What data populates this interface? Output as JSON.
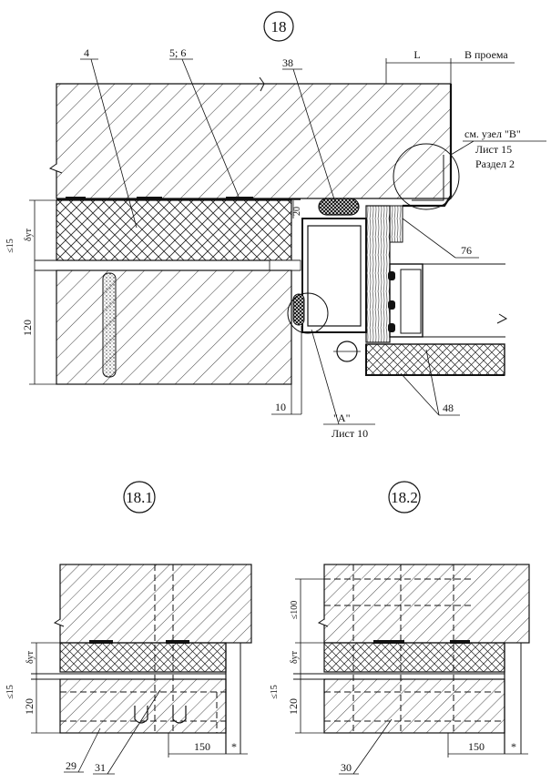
{
  "main_detail": {
    "number": "18",
    "callouts": {
      "c4": "4",
      "c56": "5; 6",
      "c38": "38",
      "c20": "20",
      "c76": "76",
      "c48": "48",
      "c10": "10",
      "node_a_line1": "\"A\"",
      "node_a_line2": "Лист 10",
      "node_b_line1": "см. узел \"B\"",
      "node_b_line2": "Лист 15",
      "node_b_line3": "Раздел 2"
    },
    "dimensions": {
      "L": "L",
      "opening": "В проема",
      "lte15": "≤15",
      "delta": "δут",
      "d120": "120"
    }
  },
  "sub_detail_1": {
    "number": "18.1",
    "callouts": {
      "c29": "29",
      "c31": "31"
    },
    "dimensions": {
      "delta": "δут",
      "lte15": "≤15",
      "d120": "120",
      "d150": "150",
      "star": "*"
    }
  },
  "sub_detail_2": {
    "number": "18.2",
    "callouts": {
      "c30": "30"
    },
    "dimensions": {
      "lte100": "≤100",
      "delta": "δут",
      "lte15": "≤15",
      "d120": "120",
      "d150": "150",
      "star": "*"
    }
  }
}
